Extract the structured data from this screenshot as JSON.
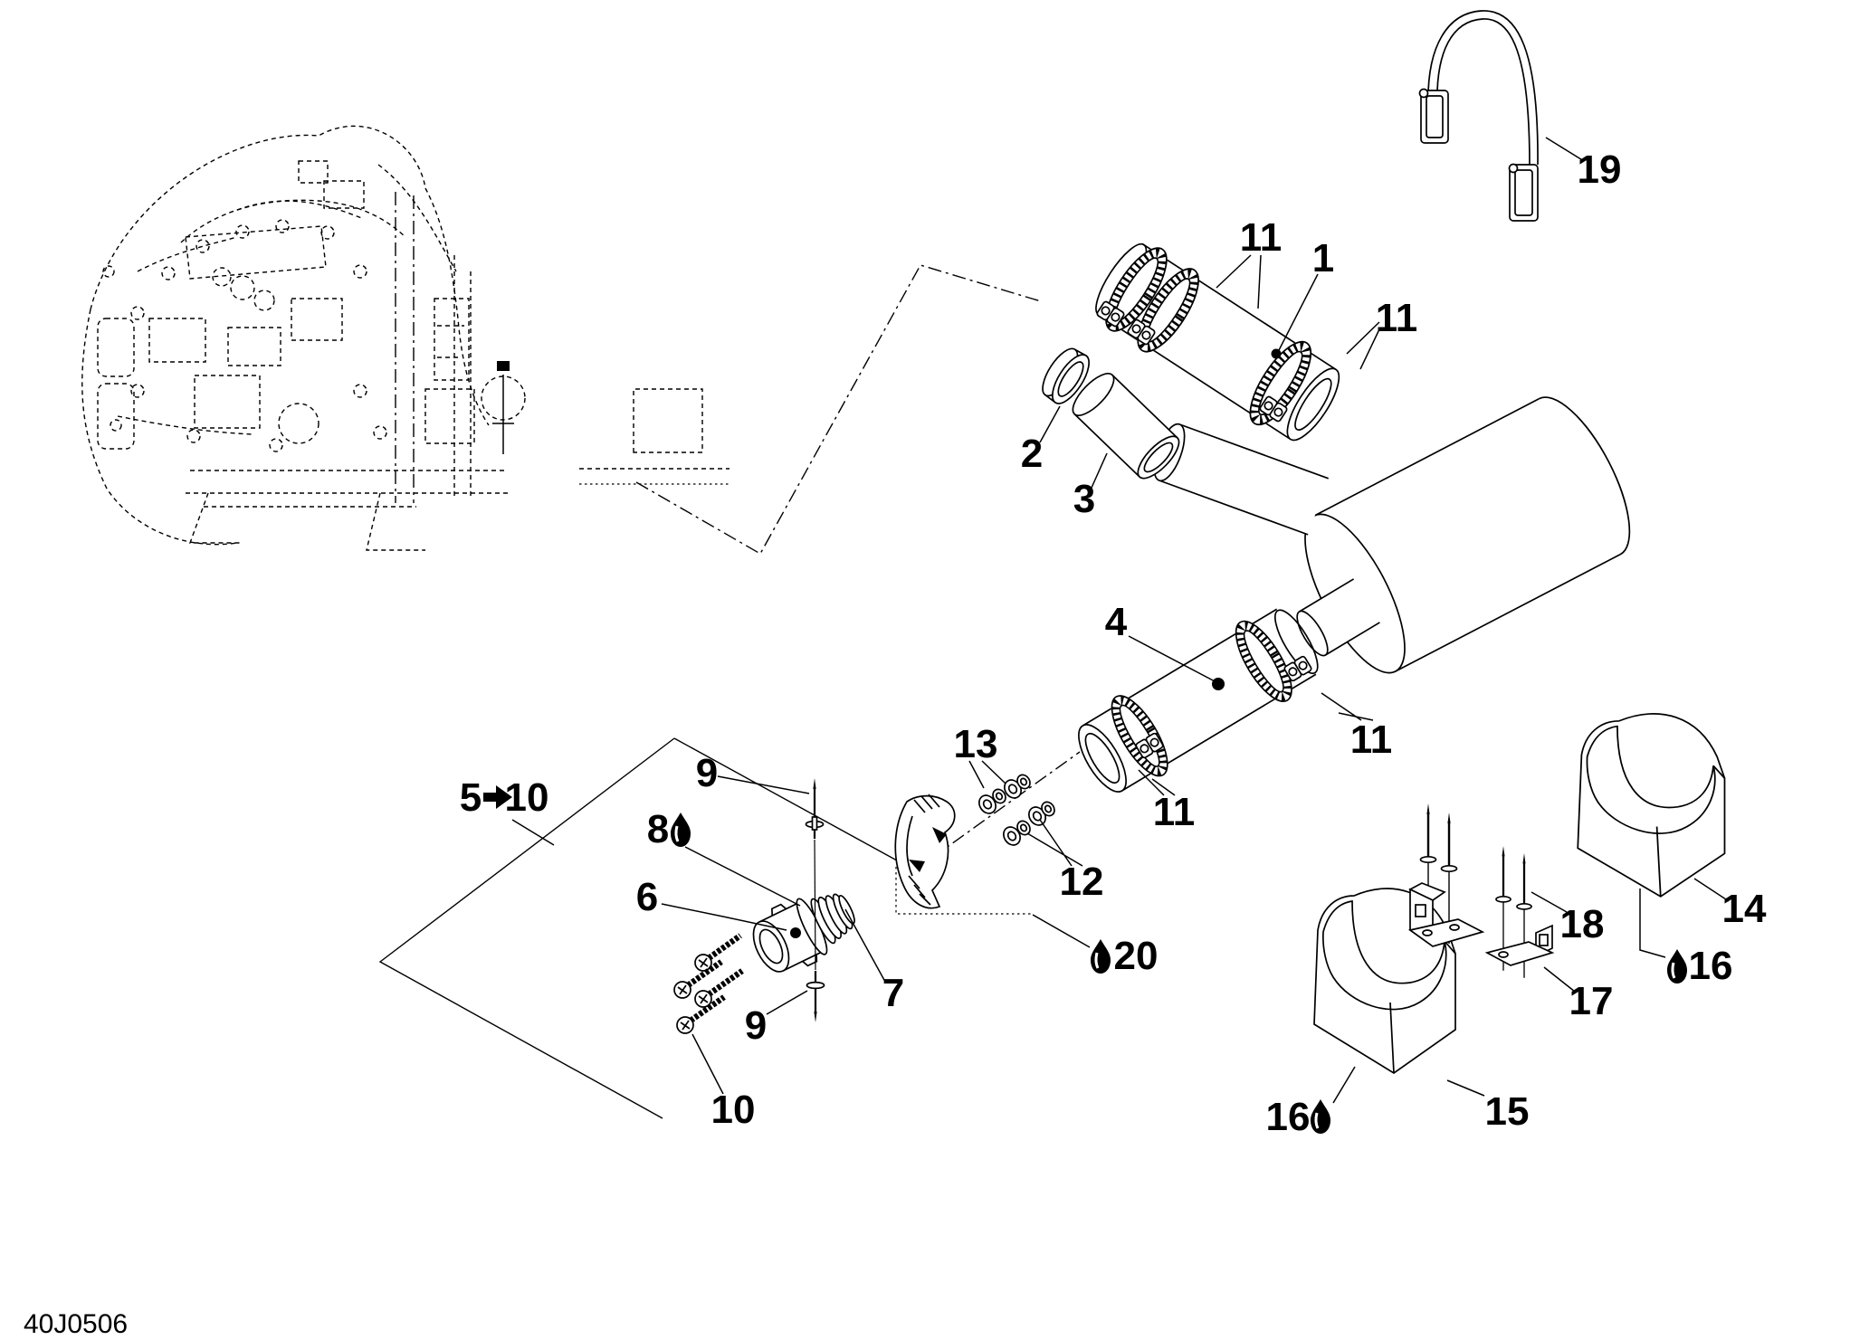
{
  "page": {
    "background": "#ffffff",
    "ink": "#000000"
  },
  "footer": {
    "drawing_code": "40J0506"
  },
  "callouts": {
    "c1": "1",
    "c2": "2",
    "c3": "3",
    "c4": "4",
    "c5": "5",
    "c6": "6",
    "c7": "7",
    "c8": "8",
    "c9": "9",
    "c10": "10",
    "c11": "11",
    "c12": "12",
    "c13": "13",
    "c14": "14",
    "c15": "15",
    "c16": "16",
    "c17": "17",
    "c18": "18",
    "c19": "19",
    "c20": "20"
  }
}
